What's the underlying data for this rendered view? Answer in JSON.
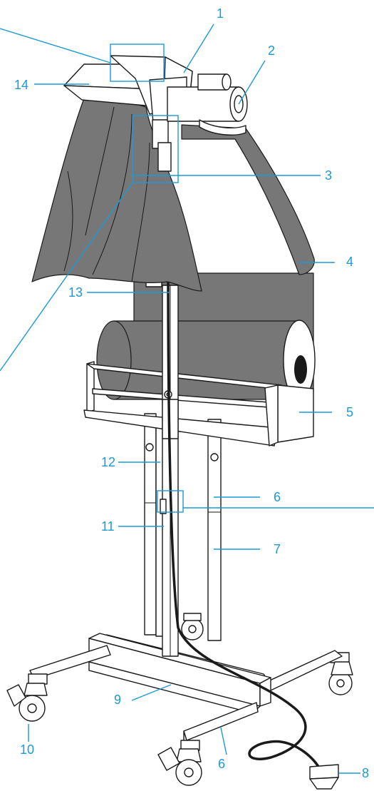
{
  "labels": {
    "l1": "1",
    "l2": "2",
    "l3": "3",
    "l4": "4",
    "l5": "5",
    "l6a": "6",
    "l6b": "6",
    "l7": "7",
    "l8": "8",
    "l9": "9",
    "l10": "10",
    "l11": "11",
    "l12": "12",
    "l13": "13",
    "l14": "14"
  },
  "colors": {
    "callout": "#1c9ad6",
    "paper": "#777777",
    "outline": "#1a1a1a"
  }
}
